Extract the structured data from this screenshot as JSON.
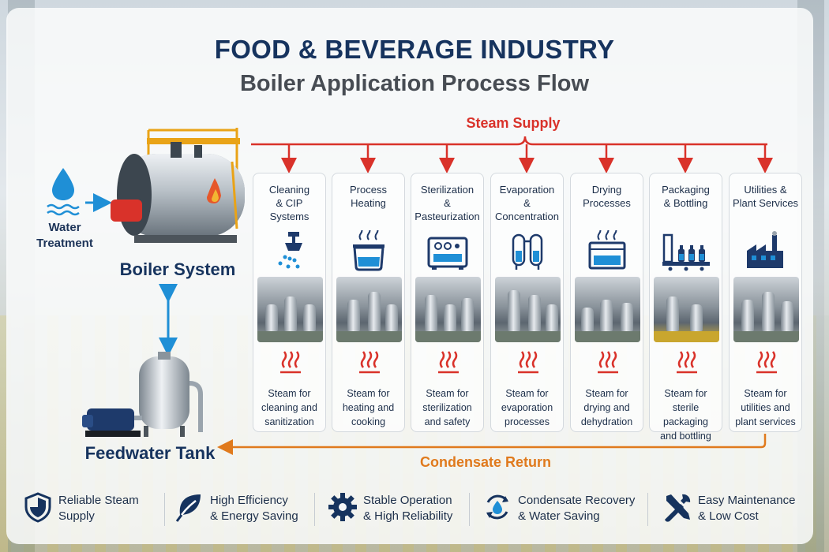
{
  "header": {
    "title": "FOOD & BEVERAGE INDUSTRY",
    "subtitle": "Boiler Application Process Flow"
  },
  "flow": {
    "steam_supply_label": "Steam Supply",
    "condensate_return_label": "Condensate Return"
  },
  "sources": {
    "water_treatment_label": "Water\nTreatment",
    "water_treatment_line1": "Water",
    "water_treatment_line2": "Treatment",
    "boiler_label": "Boiler System",
    "feedwater_label": "Feedwater Tank"
  },
  "processes": [
    {
      "title_lines": [
        "Cleaning",
        "& CIP",
        "Systems"
      ],
      "icon": "spray-nozzle-icon",
      "desc_lines": [
        "Steam for",
        "cleaning and",
        "sanitization"
      ]
    },
    {
      "title_lines": [
        "Process",
        "Heating"
      ],
      "icon": "cooking-pot-icon",
      "desc_lines": [
        "Steam for",
        "heating and",
        "cooking"
      ]
    },
    {
      "title_lines": [
        "Sterilization",
        "& Pasteurization"
      ],
      "icon": "sterilizer-icon",
      "desc_lines": [
        "Steam for",
        "sterilization",
        "and safety"
      ]
    },
    {
      "title_lines": [
        "Evaporation",
        "& Concentration"
      ],
      "icon": "evaporator-icon",
      "desc_lines": [
        "Steam for",
        "evaporation",
        "processes"
      ]
    },
    {
      "title_lines": [
        "Drying",
        "Processes"
      ],
      "icon": "dryer-icon",
      "desc_lines": [
        "Steam for",
        "drying and",
        "dehydration"
      ]
    },
    {
      "title_lines": [
        "Packaging",
        "& Bottling"
      ],
      "icon": "bottling-icon",
      "desc_lines": [
        "Steam for",
        "sterile packaging",
        "and bottling"
      ]
    },
    {
      "title_lines": [
        "Utilities &",
        "Plant Services"
      ],
      "icon": "factory-icon",
      "desc_lines": [
        "Steam for",
        "utilities and",
        "plant services"
      ]
    }
  ],
  "features": [
    {
      "icon": "shield-icon",
      "line1": "Reliable Steam",
      "line2": "Supply"
    },
    {
      "icon": "leaf-icon",
      "line1": "High Efficiency",
      "line2": "& Energy Saving"
    },
    {
      "icon": "gear-icon",
      "line1": "Stable Operation",
      "line2": "& High Reliability"
    },
    {
      "icon": "recycle-drop-icon",
      "line1": "Condensate Recovery",
      "line2": "& Water Saving"
    },
    {
      "icon": "tools-icon",
      "line1": "Easy Maintenance",
      "line2": "& Low Cost"
    }
  ],
  "colors": {
    "navy": "#16335e",
    "steam_red": "#d9322a",
    "condensate_orange": "#e07a1d",
    "water_blue": "#1f8fd6"
  }
}
